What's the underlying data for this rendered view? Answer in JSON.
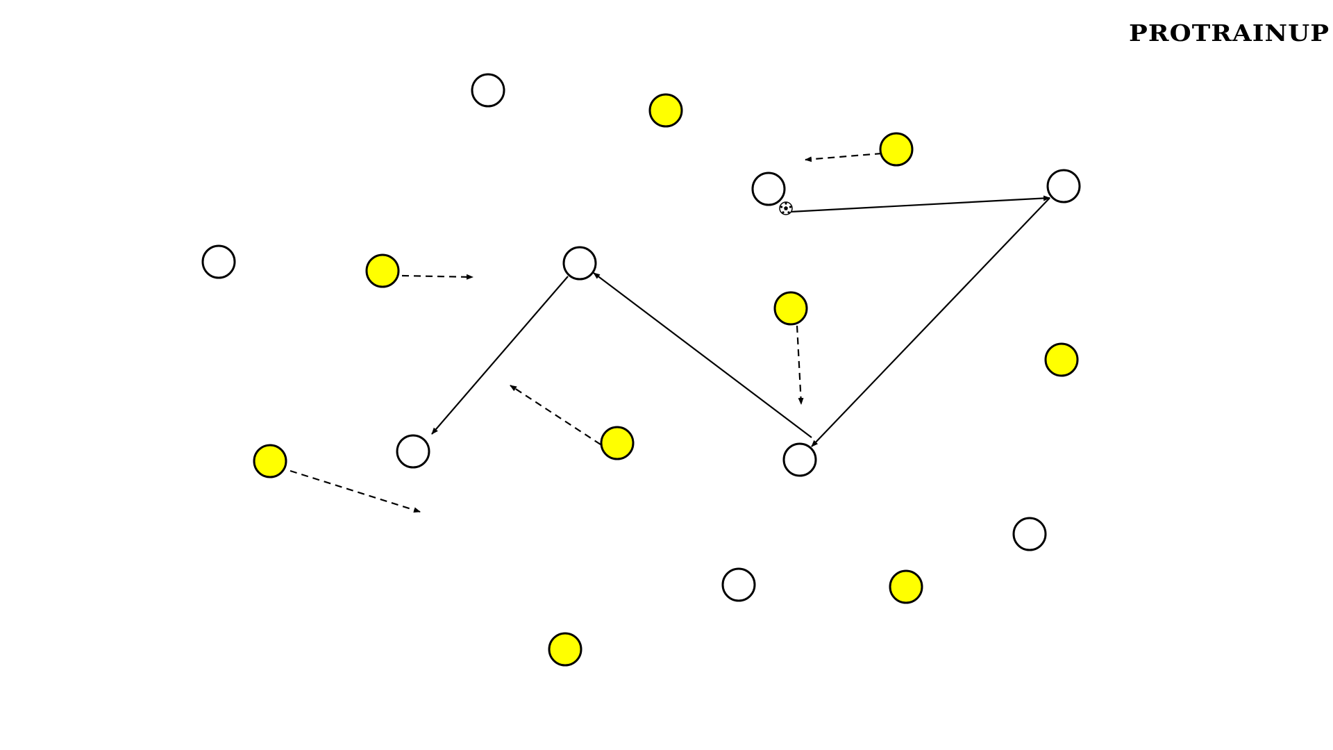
{
  "brand": {
    "logo_text": "PROTRAINUP"
  },
  "colors": {
    "background": "#ffffff",
    "team_white": "#ffffff",
    "team_yellow": "#ffff00",
    "outline": "#000000",
    "line": "#000000"
  },
  "legend": {
    "ball_icon": "soccer-ball-icon",
    "pass": "solid-arrow",
    "movement": "dashed-arrow"
  }
}
